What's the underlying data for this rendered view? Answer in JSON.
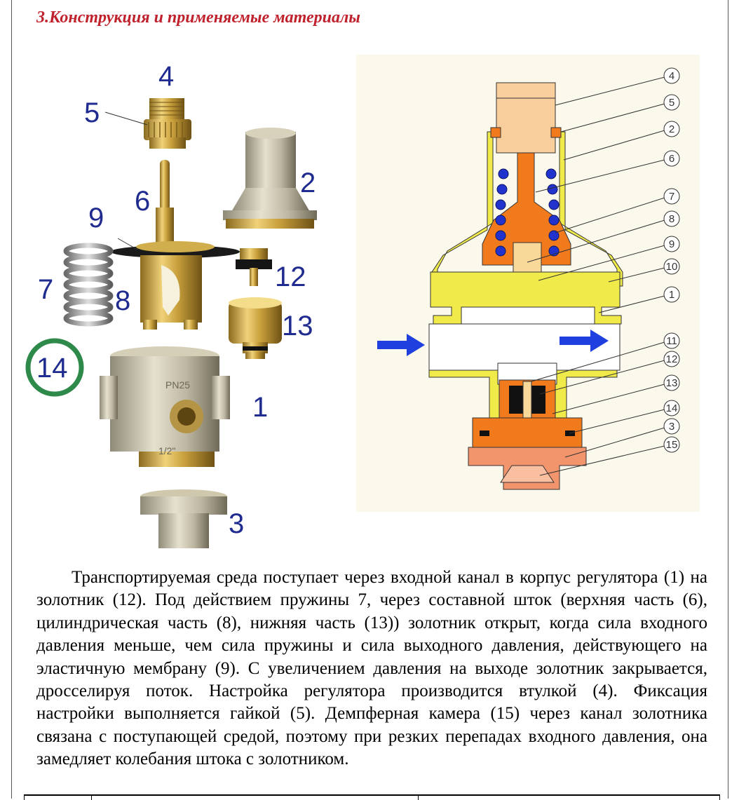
{
  "document": {
    "heading": "3.Конструкция и применяемые материалы"
  },
  "photo": {
    "labels": {
      "l4": "4",
      "l5": "5",
      "l2": "2",
      "l6": "6",
      "l9": "9",
      "l12": "12",
      "l7": "7",
      "l8": "8",
      "l13": "13",
      "l14": "14",
      "l1": "1",
      "l3": "3"
    },
    "body_marking": "PN25",
    "size_marking": "1/2\""
  },
  "diagram": {
    "callouts": [
      "4",
      "5",
      "2",
      "6",
      "7",
      "8",
      "9",
      "10",
      "1",
      "11",
      "12",
      "13",
      "14",
      "3",
      "15"
    ]
  },
  "description": {
    "text": "Транспортируемая среда поступает через входной канал в корпус регулятора (1) на золотник (12). Под действием пружины 7, через составной шток (верхняя часть (6), цилиндрическая часть (8), нижняя часть (13)) золотник открыт, когда сила входного давления меньше, чем сила пружины и сила выходного давления, действующего на эластичную мембрану (9). С увеличением давления на выходе золотник закрывается, дросселируя поток. Настройка регулятора производится втулкой (4). Фиксация настройки выполняется гайкой (5). Демпферная камера (15) через канал золотника связана с поступающей средой, поэтому при резких  перепадах входного давления, она замедляет колебания штока с золотником."
  }
}
